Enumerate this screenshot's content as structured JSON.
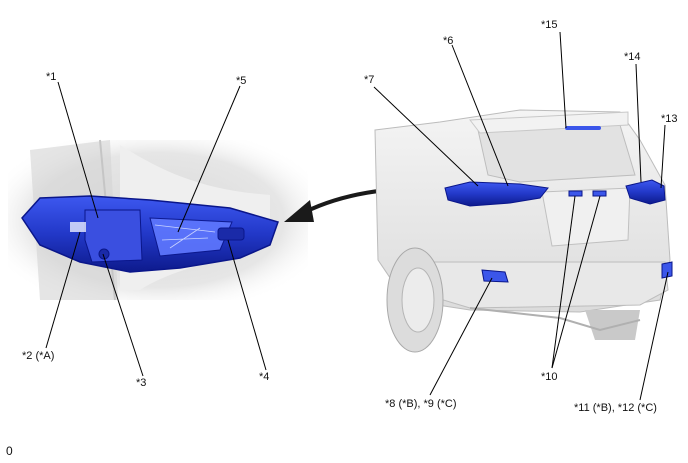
{
  "callouts": {
    "c1": "*1",
    "c2": "*2 (*A)",
    "c3": "*3",
    "c4": "*4",
    "c5": "*5",
    "c6": "*6",
    "c7": "*7",
    "c8_9": "*8 (*B), *9 (*C)",
    "c10": "*10",
    "c11_12": "*11 (*B), *12 (*C)",
    "c13": "*13",
    "c14": "*14",
    "c15": "*15"
  },
  "footer_code": "0",
  "colors": {
    "lamp_blue": "#2b44d6",
    "lamp_dark": "#0a168a",
    "vehicle_grey": "#ececec",
    "shadow_grey": "#c9c9c9",
    "arrow": "#1a1a1a"
  }
}
